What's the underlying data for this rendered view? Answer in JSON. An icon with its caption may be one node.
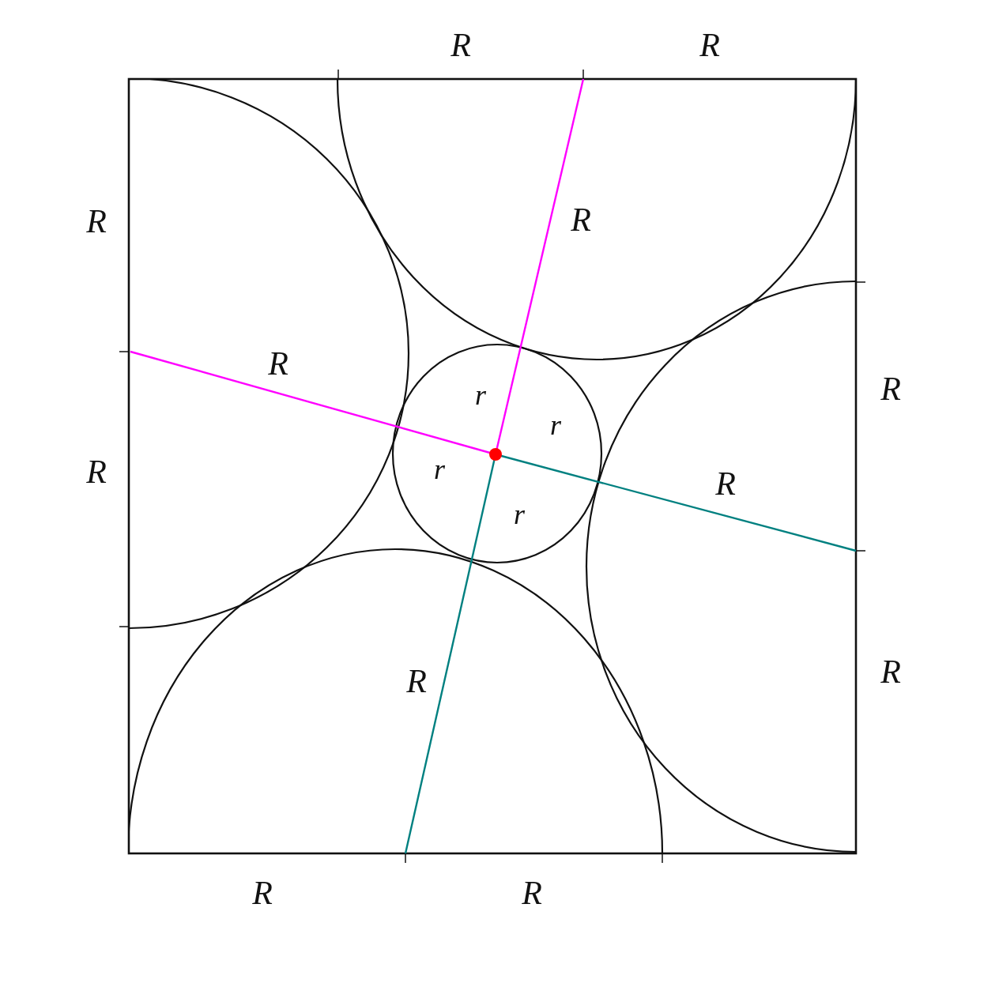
{
  "diagram": {
    "labels": [
      "R",
      "R",
      "R",
      "R",
      "R",
      "R",
      "r",
      "r",
      "R",
      "r",
      "R",
      "r",
      "R",
      "R",
      "R",
      "R"
    ]
  }
}
